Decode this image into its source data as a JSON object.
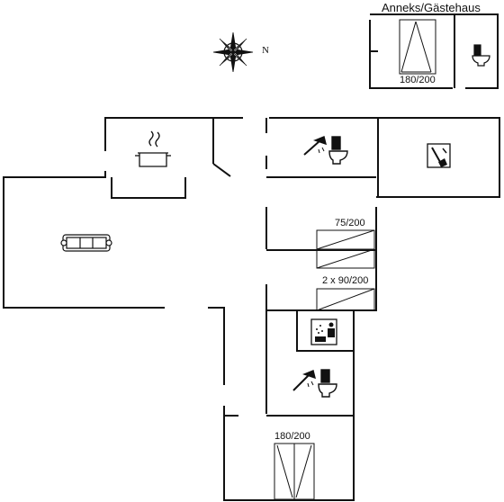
{
  "annex": {
    "title": "Anneks/Gästehaus",
    "bed_label": "180/200"
  },
  "beds": {
    "single": "75/200",
    "twin": "2 x 90/200",
    "double": "180/200"
  },
  "compass": {
    "north_label": "N"
  },
  "icons": [
    "compass-rose-icon",
    "cooking-pot-icon",
    "sofa-icon",
    "toilet-icon",
    "shower-icon",
    "washing-machine-icon",
    "vacuum-cleaner-icon",
    "sauna-icon"
  ],
  "colors": {
    "wall": "#111111",
    "background": "#ffffff"
  }
}
